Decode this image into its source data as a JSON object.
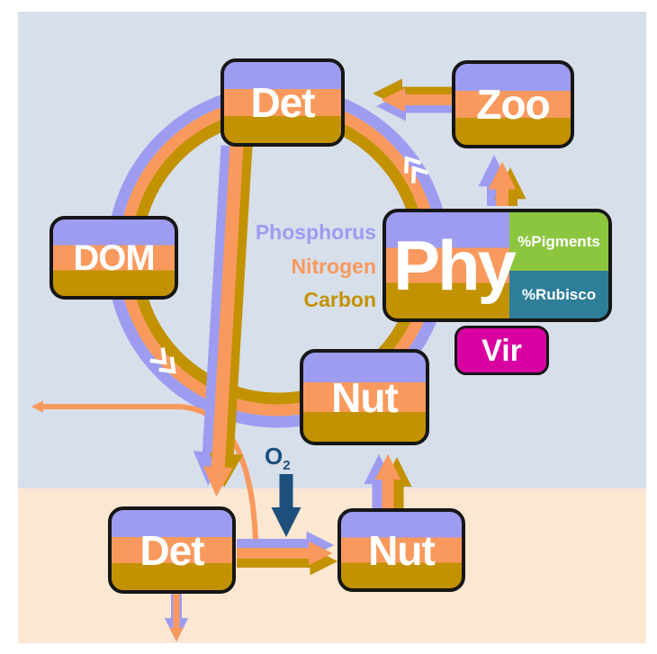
{
  "colors": {
    "phosphorus": "#9d9cf0",
    "nitrogen": "#f9995d",
    "carbon": "#c29200",
    "oxygen_arrow": "#1d4f7c",
    "pigments_green": "#8cc63f",
    "rubisco_teal": "#2e7e99",
    "virus_magenta": "#d800a0",
    "water_background": "#d7dfeb",
    "sediment_background": "#fbe7d2",
    "chevron_white": "#ffffff"
  },
  "boxes": {
    "det_water": {
      "label": "Det"
    },
    "zoo": {
      "label": "Zoo"
    },
    "dom": {
      "label": "DOM"
    },
    "phy": {
      "label": "Phy",
      "pigments": "%Pigments",
      "rubisco": "%Rubisco"
    },
    "vir": {
      "label": "Vir"
    },
    "nut_water": {
      "label": "Nut"
    },
    "det_sediment": {
      "label": "Det"
    },
    "nut_sediment": {
      "label": "Nut"
    }
  },
  "legend": {
    "items": [
      {
        "label": "Phosphorus",
        "color": "#9d9cf0"
      },
      {
        "label": "Nitrogen",
        "color": "#f9995d"
      },
      {
        "label": "Carbon",
        "color": "#c29200"
      }
    ]
  },
  "o2": {
    "symbol": "O",
    "subscript": "2"
  }
}
